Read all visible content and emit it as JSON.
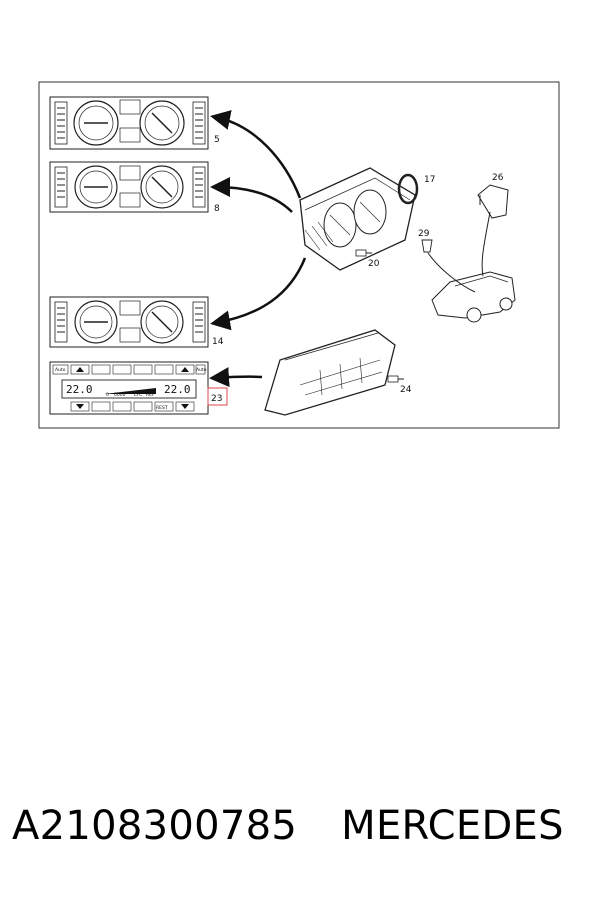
{
  "callouts": {
    "c5": "5",
    "c8": "8",
    "c14": "14",
    "c17": "17",
    "c20": "20",
    "c23": "23",
    "c24": "24",
    "c26": "26",
    "c29": "29"
  },
  "panel23": {
    "auto_left": "Auto",
    "auto_right": "Auto",
    "temp_left": "22.0",
    "temp_right": "22.0",
    "small_a": "0",
    "small_b": "0000",
    "small_c": "LFC",
    "small_d": "REF",
    "rest": "REST"
  },
  "highlight_color": "#e0474c",
  "caption": {
    "part_number": "A2108300785",
    "brand": "MERCEDES"
  }
}
